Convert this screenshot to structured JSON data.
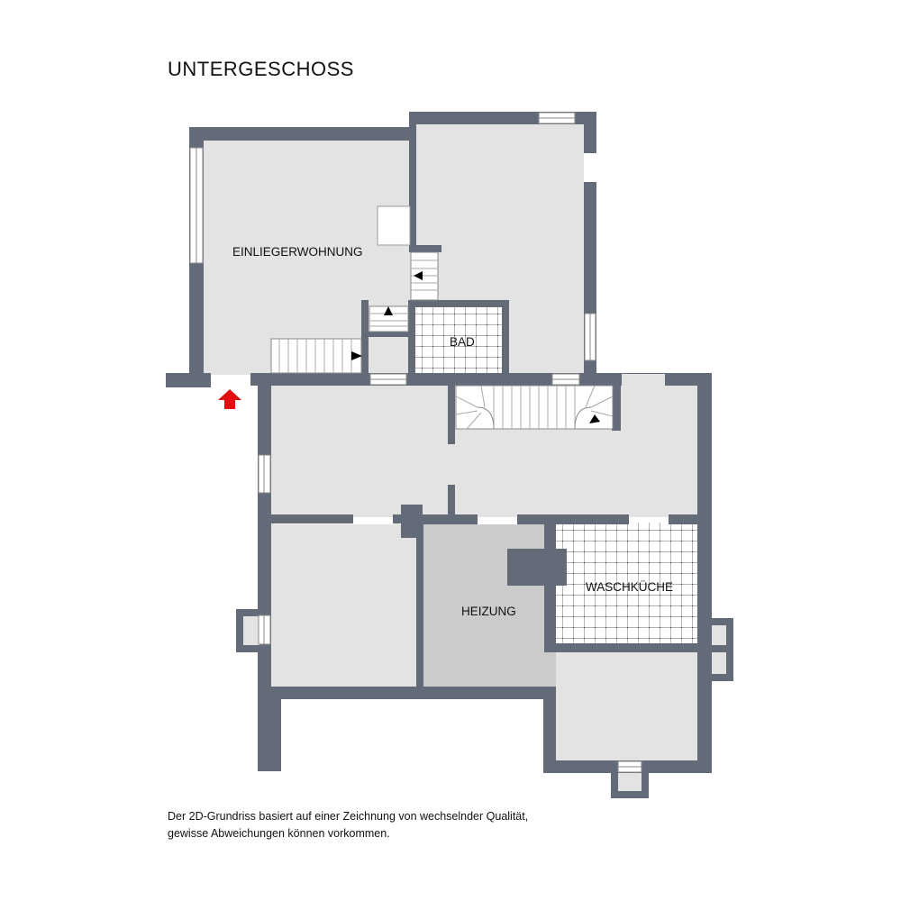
{
  "title": "UNTERGESCHOSS",
  "rooms": {
    "apartment": "EINLIEGERWOHNUNG",
    "bathroom": "BAD",
    "heating": "HEIZUNG",
    "laundry": "WASCHKÜCHE"
  },
  "footnote": {
    "line1": "Der 2D-Grundriss basiert auf einer Zeichnung von wechselnder Qualität,",
    "line2": "gewisse Abweichungen können vorkommen."
  },
  "colors": {
    "wall": "#626b77",
    "floor": "#e3e3e3",
    "heating_floor": "#cbcbcb",
    "tile_grid": "#222222",
    "entrance_arrow": "#e01010"
  },
  "icons": [
    "entrance-arrow-icon",
    "stair-direction-arrow-icon"
  ]
}
